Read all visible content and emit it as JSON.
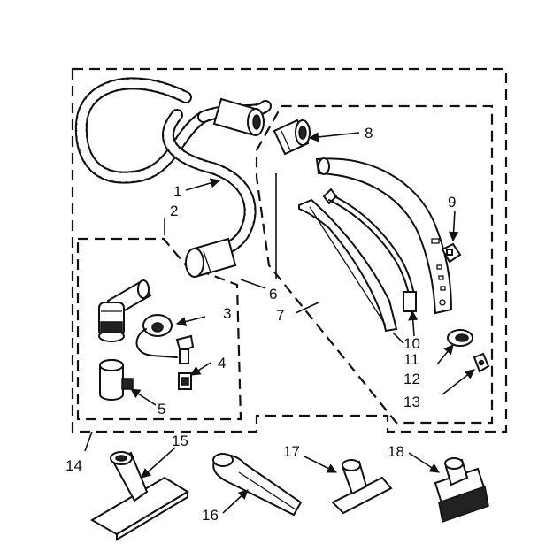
{
  "diagram": {
    "labels": {
      "l1": "1",
      "l2": "2",
      "l3": "3",
      "l4": "4",
      "l5": "5",
      "l6": "6",
      "l7": "7",
      "l8": "8",
      "l9": "9",
      "l10": "10",
      "l11": "11",
      "l12": "12",
      "l13": "13",
      "l14": "14",
      "l15": "15",
      "l16": "16",
      "l17": "17",
      "l18": "18"
    }
  }
}
